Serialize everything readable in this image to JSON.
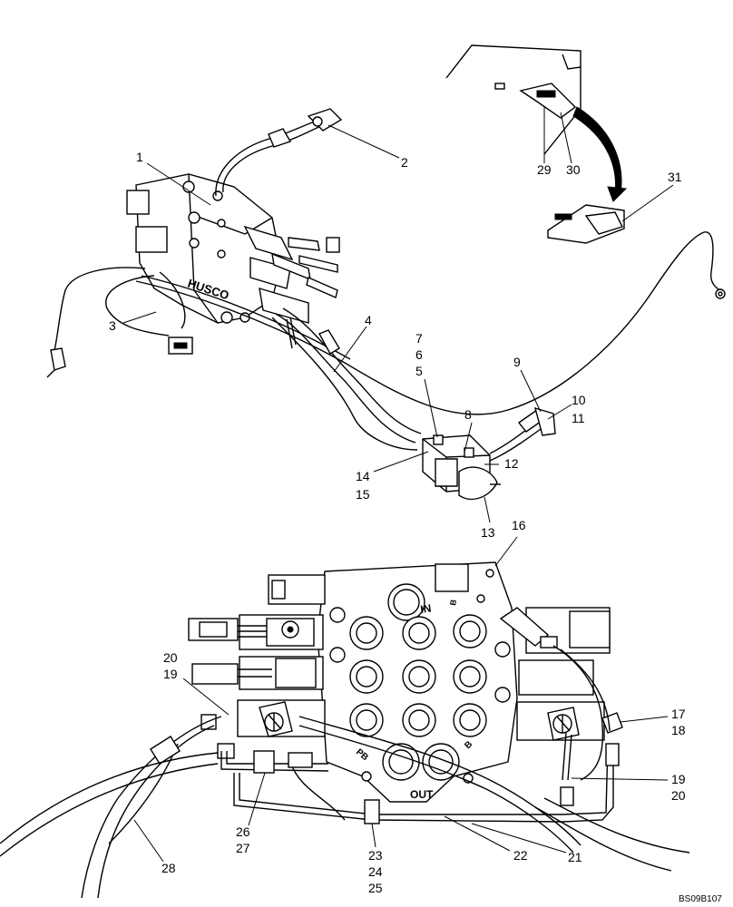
{
  "figure": {
    "reference_code": "BS09B107",
    "stamps": {
      "valve_brand": "HUSCO",
      "port_in": "IN",
      "port_out": "OUT",
      "port_pb": "PB",
      "port_b_left": "B",
      "port_b_right": "B"
    }
  },
  "callouts": [
    {
      "id": "c1",
      "text": "1"
    },
    {
      "id": "c2",
      "text": "2"
    },
    {
      "id": "c3",
      "text": "3"
    },
    {
      "id": "c4",
      "text": "4"
    },
    {
      "id": "c5",
      "text": "5"
    },
    {
      "id": "c6",
      "text": "6"
    },
    {
      "id": "c7",
      "text": "7"
    },
    {
      "id": "c8",
      "text": "8"
    },
    {
      "id": "c9",
      "text": "9"
    },
    {
      "id": "c10",
      "text": "10"
    },
    {
      "id": "c11",
      "text": "11"
    },
    {
      "id": "c12",
      "text": "12"
    },
    {
      "id": "c13",
      "text": "13"
    },
    {
      "id": "c14",
      "text": "14"
    },
    {
      "id": "c15",
      "text": "15"
    },
    {
      "id": "c16",
      "text": "16"
    },
    {
      "id": "c17",
      "text": "17"
    },
    {
      "id": "c18",
      "text": "18"
    },
    {
      "id": "c19a",
      "text": "19"
    },
    {
      "id": "c20a",
      "text": "20"
    },
    {
      "id": "c19b",
      "text": "19"
    },
    {
      "id": "c20b",
      "text": "20"
    },
    {
      "id": "c21",
      "text": "21"
    },
    {
      "id": "c22",
      "text": "22"
    },
    {
      "id": "c23",
      "text": "23"
    },
    {
      "id": "c24",
      "text": "24"
    },
    {
      "id": "c25",
      "text": "25"
    },
    {
      "id": "c26",
      "text": "26"
    },
    {
      "id": "c27",
      "text": "27"
    },
    {
      "id": "c28",
      "text": "28"
    },
    {
      "id": "c29",
      "text": "29"
    },
    {
      "id": "c30",
      "text": "30"
    },
    {
      "id": "c31",
      "text": "31"
    }
  ]
}
